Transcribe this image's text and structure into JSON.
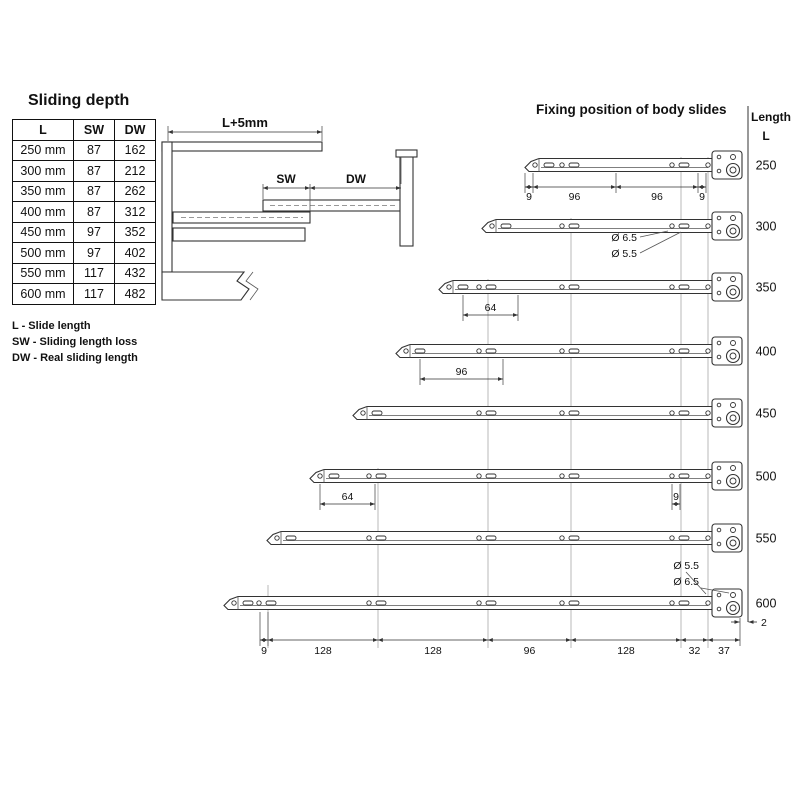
{
  "left_panel": {
    "title": "Sliding depth",
    "table": {
      "headers": [
        "L",
        "SW",
        "DW"
      ],
      "rows": [
        [
          "250 mm",
          "87",
          "162"
        ],
        [
          "300 mm",
          "87",
          "212"
        ],
        [
          "350 mm",
          "87",
          "262"
        ],
        [
          "400 mm",
          "87",
          "312"
        ],
        [
          "450 mm",
          "97",
          "352"
        ],
        [
          "500 mm",
          "97",
          "402"
        ],
        [
          "550 mm",
          "117",
          "432"
        ],
        [
          "600 mm",
          "117",
          "482"
        ]
      ]
    },
    "legend": [
      "L - Slide length",
      "SW - Sliding length loss",
      "DW - Real sliding length"
    ]
  },
  "middle_drawing": {
    "top_dim_label": "L+5mm",
    "sw_label": "SW",
    "dw_label": "DW"
  },
  "right_panel": {
    "title": "Fixing position of body slides",
    "length_header_line1": "Length",
    "length_header_line2": "L",
    "slides": [
      {
        "label": "250",
        "dims": [
          "9",
          "96",
          "96",
          "9"
        ]
      },
      {
        "label": "300",
        "dia_labels": [
          "Ø 6.5",
          "Ø 5.5"
        ]
      },
      {
        "label": "350",
        "dims": [
          "64"
        ]
      },
      {
        "label": "400",
        "dims": [
          "96"
        ]
      },
      {
        "label": "450"
      },
      {
        "label": "500",
        "dims": [
          "64",
          "9"
        ]
      },
      {
        "label": "550"
      },
      {
        "label": "600",
        "dia_labels": [
          "Ø 5.5",
          "Ø 6.5"
        ]
      }
    ],
    "bottom_dims": [
      "9",
      "128",
      "128",
      "96",
      "128",
      "32",
      "37"
    ],
    "right_gap_dim": "2"
  }
}
